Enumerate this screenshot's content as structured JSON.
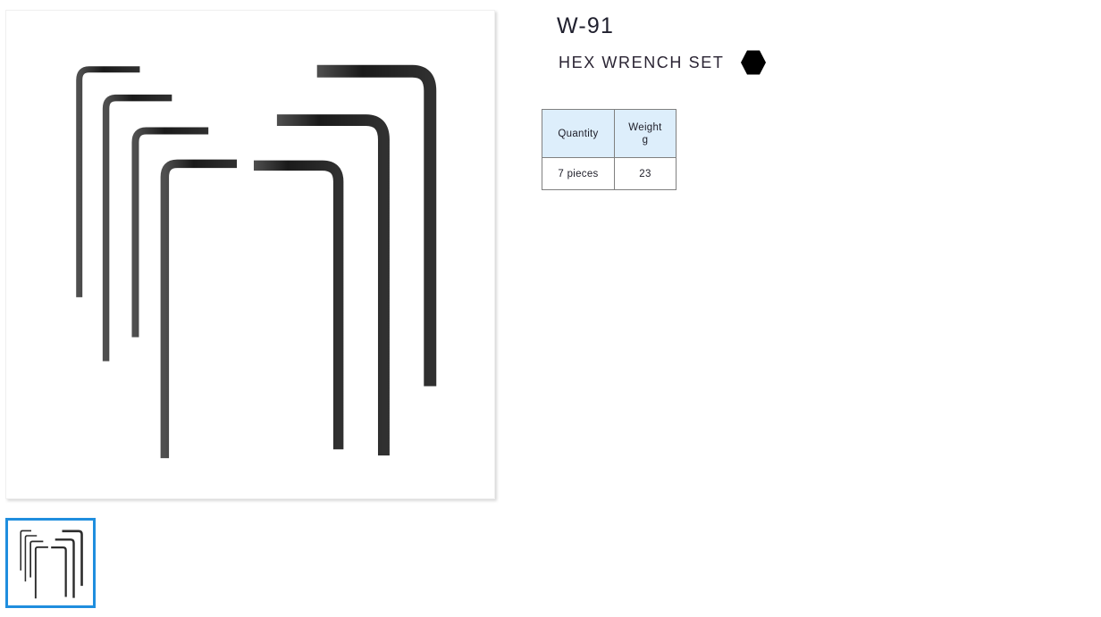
{
  "product": {
    "code": "W-91",
    "name": "HEX WRENCH SET",
    "shape_icon": "hexagon-icon",
    "shape_icon_color": "#000000"
  },
  "spec_table": {
    "headers": [
      {
        "label": "Quantity",
        "sub": ""
      },
      {
        "label": "Weight",
        "sub": "g"
      }
    ],
    "rows": [
      {
        "quantity": "7 pieces",
        "weight": "23"
      }
    ],
    "header_bg": "#ddeefb",
    "border_color": "#808080"
  },
  "gallery": {
    "main_image_alt": "hex-wrench-set-photo",
    "thumbnails": [
      {
        "alt": "hex-wrench-set-thumbnail",
        "selected": true
      }
    ],
    "selected_border_color": "#1f8ede"
  }
}
